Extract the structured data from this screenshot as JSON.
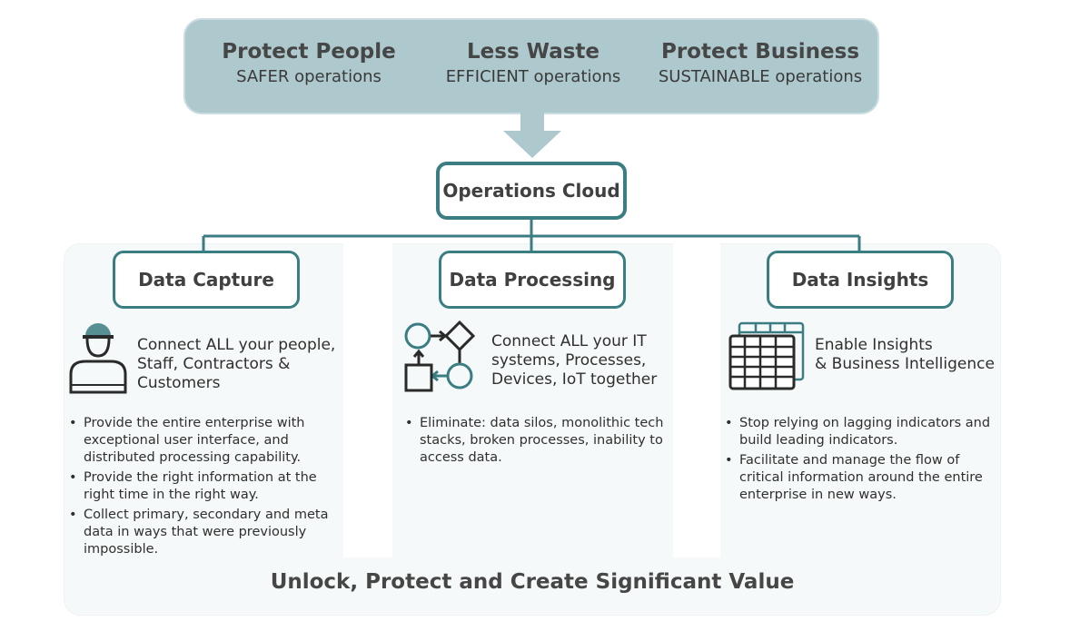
{
  "banner": {
    "goals": [
      {
        "title": "Protect People",
        "subtitle": "SAFER operations"
      },
      {
        "title": "Less Waste",
        "subtitle": "EFFICIENT operations"
      },
      {
        "title": "Protect Business",
        "subtitle": "SUSTAINABLE operations"
      }
    ]
  },
  "hub": {
    "label": "Operations Cloud"
  },
  "columns": [
    {
      "title": "Data Capture",
      "icon": "worker-icon",
      "lead": [
        "Connect ALL your people,",
        "Staff, Contractors &",
        "Customers"
      ],
      "bullets": [
        "Provide the entire enterprise with exceptional user interface, and distributed processing capability.",
        "Provide the right information at the right time in the right way.",
        "Collect primary, secondary and meta data in ways that were previously impossible."
      ]
    },
    {
      "title": "Data Processing",
      "icon": "process-flow-icon",
      "lead": [
        "Connect ALL your IT",
        "systems, Processes,",
        "Devices, IoT together"
      ],
      "bullets": [
        "Eliminate: data silos, monolithic tech stacks, broken processes, inability to access data."
      ]
    },
    {
      "title": "Data Insights",
      "icon": "spreadsheet-icon",
      "lead": [
        "Enable Insights",
        "& Business Intelligence"
      ],
      "bullets": [
        "Stop relying on lagging indicators and build leading indicators.",
        "Facilitate and manage the flow of critical information around the entire enterprise in new ways."
      ]
    }
  ],
  "footer": {
    "text": "Unlock, Protect and Create Significant Value"
  },
  "colors": {
    "teal": "#3a7d82",
    "banner": "#adc9cd",
    "panel": "#f6f9f9"
  }
}
